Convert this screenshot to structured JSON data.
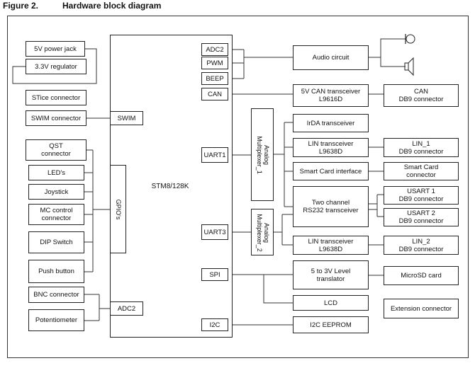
{
  "caption": {
    "number": "Figure 2.",
    "title": "Hardware block diagram"
  },
  "mcu": {
    "label": "STM8/128K"
  },
  "left_blocks": {
    "power_jack": "5V power jack",
    "regulator": "3.3V regulator",
    "stice": "STice connector",
    "swim_connector": "SWIM connector",
    "qst": "QST\nconnector",
    "leds": "LED's",
    "joystick": "Joystick",
    "mc_control": "MC control\nconnector",
    "dip": "DIP Switch",
    "push": "Push button",
    "bnc": "BNC connector",
    "pot": "Potentiometer"
  },
  "ports": {
    "swim": "SWIM",
    "gpio": "GPIO's",
    "adc2_left": "ADC2",
    "adc2": "ADC2",
    "pwm": "PWM",
    "beep": "BEEP",
    "can": "CAN",
    "uart1": "UART1",
    "uart3": "UART3",
    "spi": "SPI",
    "i2c": "I2C"
  },
  "mux": {
    "mux1": "Analog\nMultiplexer_1",
    "mux2": "Analog\nMultiplexer_2"
  },
  "right_blocks": {
    "audio": "Audio circuit",
    "can_transceiver": "5V CAN transceiver\nL9616D",
    "can_db9": "CAN\nDB9 connector",
    "irda": "IrDA transceiver",
    "lin_transceiver_1": "LIN transceiver\nL9638D",
    "lin1_db9": "LIN_1\nDB9 connector",
    "smart_card_if": "Smart Card interface",
    "smart_card_conn": "Smart Card\nconnector",
    "rs232": "Two channel\nRS232 transceiver",
    "usart1": "USART 1\nDB9 connector",
    "usart2": "USART 2\nDB9 connector",
    "lin_transceiver_2": "LIN transceiver\nL9638D",
    "lin2_db9": "LIN_2\nDB9 connector",
    "level_translator": "5 to 3V Level\ntranslator",
    "microsd": "MicroSD card",
    "lcd": "LCD",
    "eeprom": "I2C EEPROM",
    "extension": "Extension connector"
  },
  "icons": [
    "microphone-icon",
    "speaker-icon"
  ]
}
